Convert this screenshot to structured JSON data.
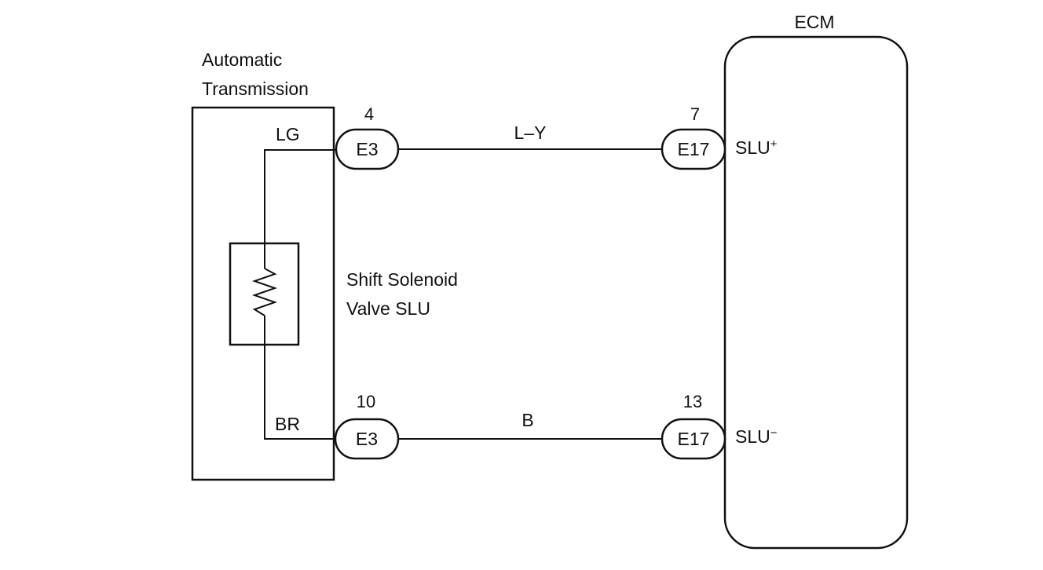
{
  "transmission": {
    "label_line1": "Automatic",
    "label_line2": "Transmission",
    "wire_top_label": "LG",
    "wire_bottom_label": "BR"
  },
  "solenoid": {
    "label_line1": "Shift Solenoid",
    "label_line2": "Valve SLU"
  },
  "ecm": {
    "label": "ECM",
    "terminal_plus_base": "SLU",
    "terminal_plus_sign": "+",
    "terminal_minus_base": "SLU",
    "terminal_minus_sign": "−"
  },
  "connectors": {
    "e3_top": {
      "name": "E3",
      "pin": "4"
    },
    "e17_top": {
      "name": "E17",
      "pin": "7"
    },
    "e3_bottom": {
      "name": "E3",
      "pin": "10"
    },
    "e17_bottom": {
      "name": "E17",
      "pin": "13"
    }
  },
  "wires": {
    "top_color": "L–Y",
    "bottom_color": "B"
  }
}
